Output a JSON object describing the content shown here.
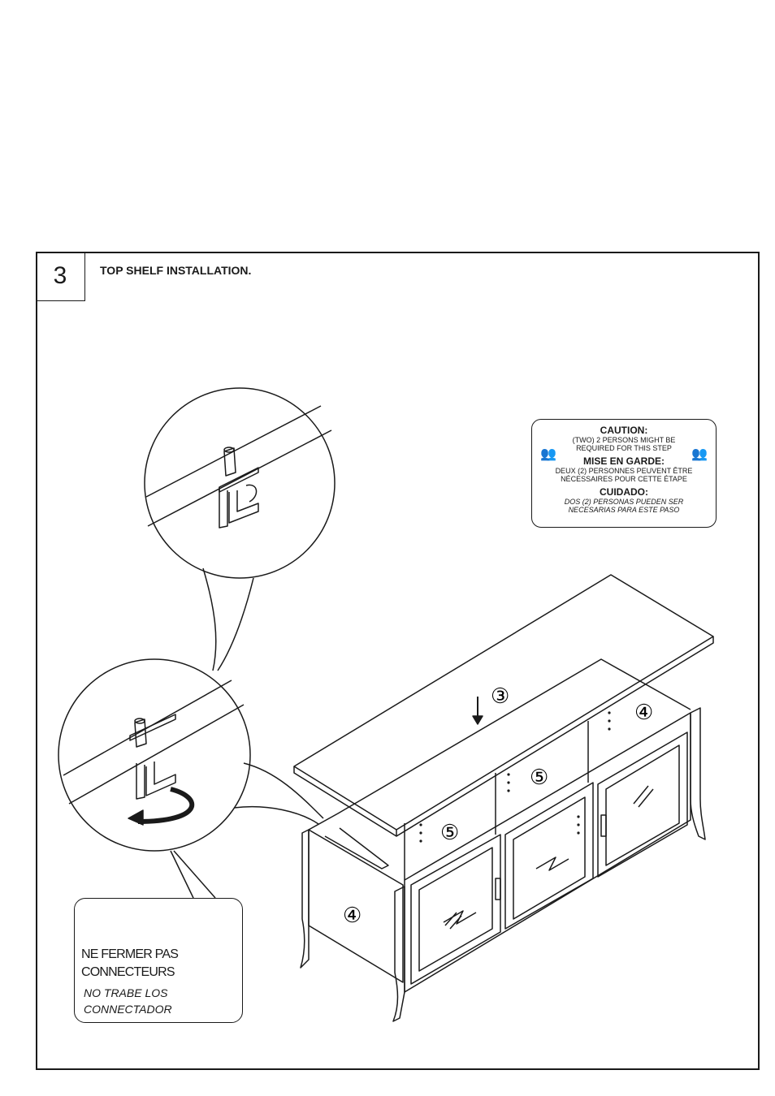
{
  "step": {
    "number": "3",
    "title": "TOP SHELF INSTALLATION."
  },
  "caution": {
    "en_heading": "CAUTION:",
    "en_line1": "(TWO) 2 PERSONS MIGHT BE",
    "en_line2": "REQUIRED FOR THIS STEP",
    "fr_heading": "MISE EN GARDE:",
    "fr_line1": "DEUX (2) PERSONNES PEUVENT ÊTRE",
    "fr_line2": "NÉCESSAIRES POUR CETTE ÉTAPE",
    "es_heading": "CUIDADO:",
    "es_line1": "DOS (2) PERSONAS PUEDEN SER",
    "es_line2": "NECESARIAS PARA ESTE PASO",
    "icon": "two-persons-icon"
  },
  "note": {
    "fr_line1": "NE FERMER PAS",
    "fr_line2": "CONNECTEURS",
    "es_line1": "NO TRABE  LOS",
    "es_line2": "CONNECTADOR"
  },
  "part_labels": {
    "top_shelf": "③",
    "side_right": "④",
    "side_left": "④",
    "divider_a": "⑤",
    "divider_b": "⑤"
  }
}
